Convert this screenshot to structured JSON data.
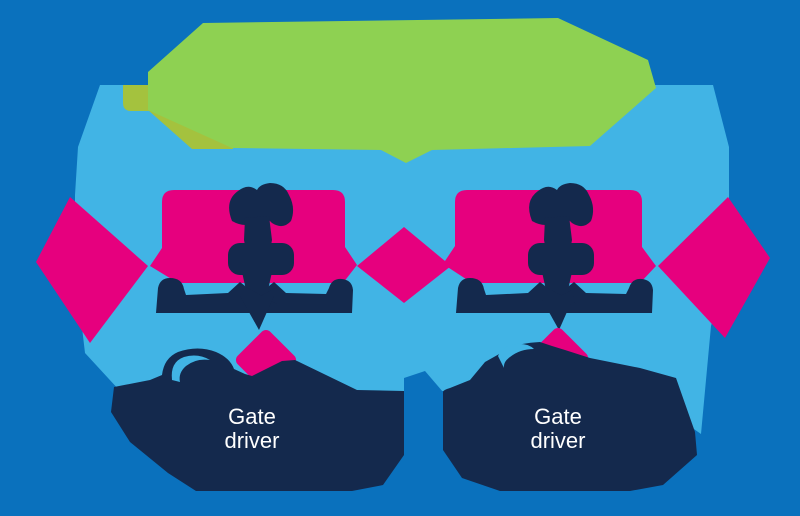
{
  "diagram": {
    "description": "Abstract low-poly illustration of a power stage with two gate-driver blocks",
    "background_color": "#0A71BD",
    "colors": {
      "canvas_blue": "#0A71BD",
      "light_blue": "#41B4E5",
      "green": "#8ED152",
      "olive": "#A4C23E",
      "olive_fold": "#9BC53F",
      "magenta": "#E6007E",
      "navy": "#14294D",
      "label_text": "#FFFFFF"
    },
    "labels": {
      "gate_driver_left": {
        "line1": "Gate",
        "line2": "driver"
      },
      "gate_driver_right": {
        "line1": "Gate",
        "line2": "driver"
      }
    }
  }
}
